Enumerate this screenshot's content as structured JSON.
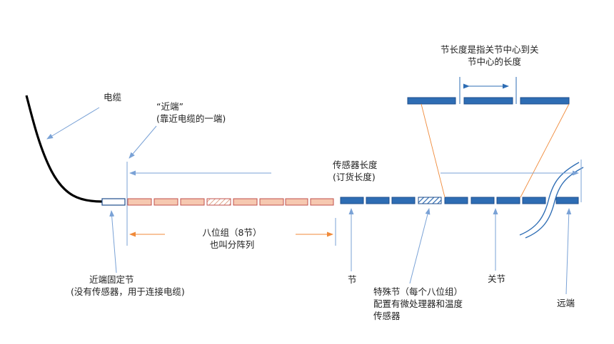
{
  "colors": {
    "blue_fill": "#2e6db4",
    "blue_stroke": "#1f4e8c",
    "peach_fill": "#f6c8b0",
    "peach_stroke": "#c0504d",
    "arrow_blue": "#7aa2d6",
    "arrow_orange": "#f08a3a",
    "cable": "#000000"
  },
  "labels": {
    "cable": "电缆",
    "proximal_line1": "“近端”",
    "proximal_line2": "(靠近电缆的一端)",
    "sensor_length_line1": "传感器长度",
    "sensor_length_line2": "(订货长度)",
    "segment_length_line1": "节长度是指关节中心到关",
    "segment_length_line2": "节中心的长度",
    "octet_line1": "八位组（8节）",
    "octet_line2": "也叫分阵列",
    "fixed_segment_line1": "近端固定节",
    "fixed_segment_line2": "(没有传感器，用于连接电缆)",
    "segment": "节",
    "special_line1": "特殊节（每个八位组）",
    "special_line2": "配置有微处理器和温度",
    "special_line3": "传感器",
    "joint": "关节",
    "distal": "远端"
  }
}
